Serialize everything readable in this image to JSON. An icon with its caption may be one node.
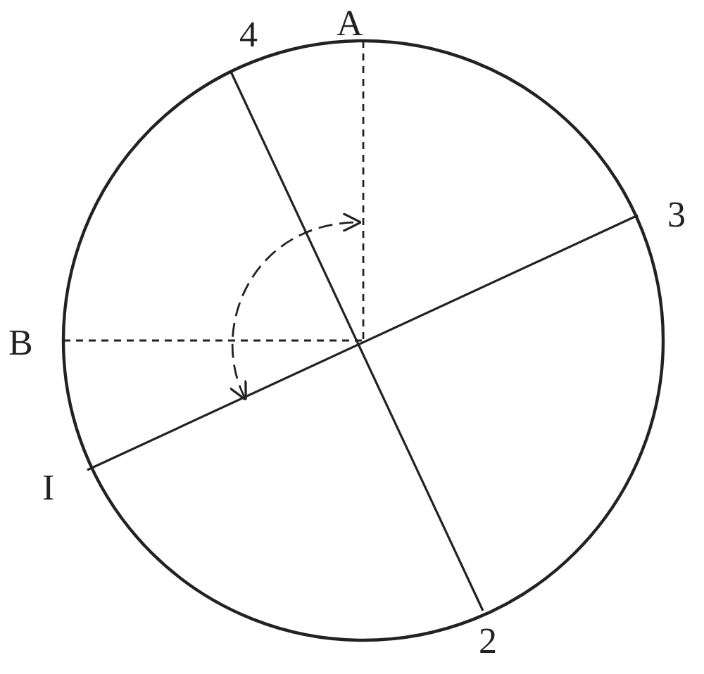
{
  "diagram": {
    "labels": [
      "4",
      "A",
      "3",
      "B",
      "I",
      "2"
    ]
  }
}
